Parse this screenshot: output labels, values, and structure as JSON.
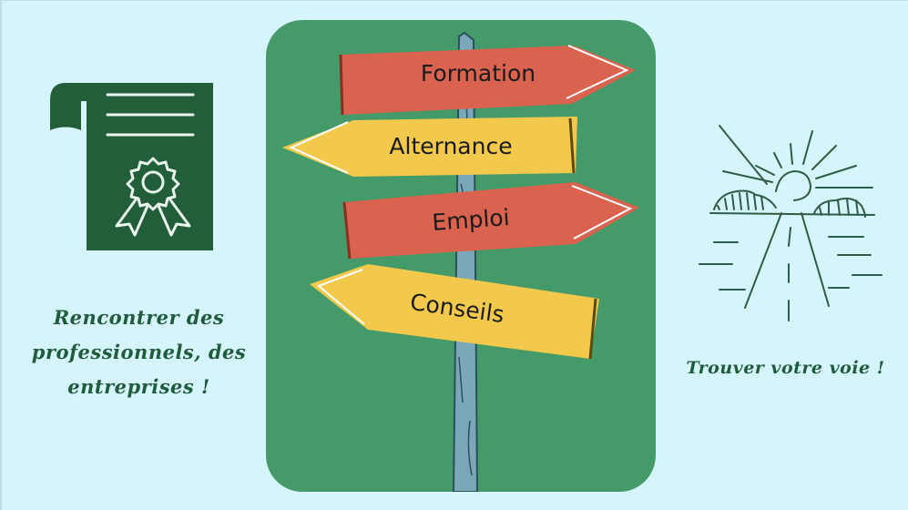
{
  "colors": {
    "background": "#d6f4fb",
    "panel_green": "#459a69",
    "dark_green": "#235e3b",
    "sign_red": "#d9634f",
    "sign_yellow": "#f2c94c",
    "post_blue": "#7aa8b8",
    "text_green": "#1f5c3d"
  },
  "signs": {
    "formation": "Formation",
    "alternance": "Alternance",
    "emploi": "Emploi",
    "conseils": "Conseils"
  },
  "left_caption": {
    "line1": "Rencontrer des",
    "line2": "professionnels, des",
    "line3": "entreprises !"
  },
  "right_caption": "Trouver votre voie !",
  "icons": {
    "diploma": "diploma-certificate-icon",
    "landscape": "sun-road-landscape-icon"
  }
}
